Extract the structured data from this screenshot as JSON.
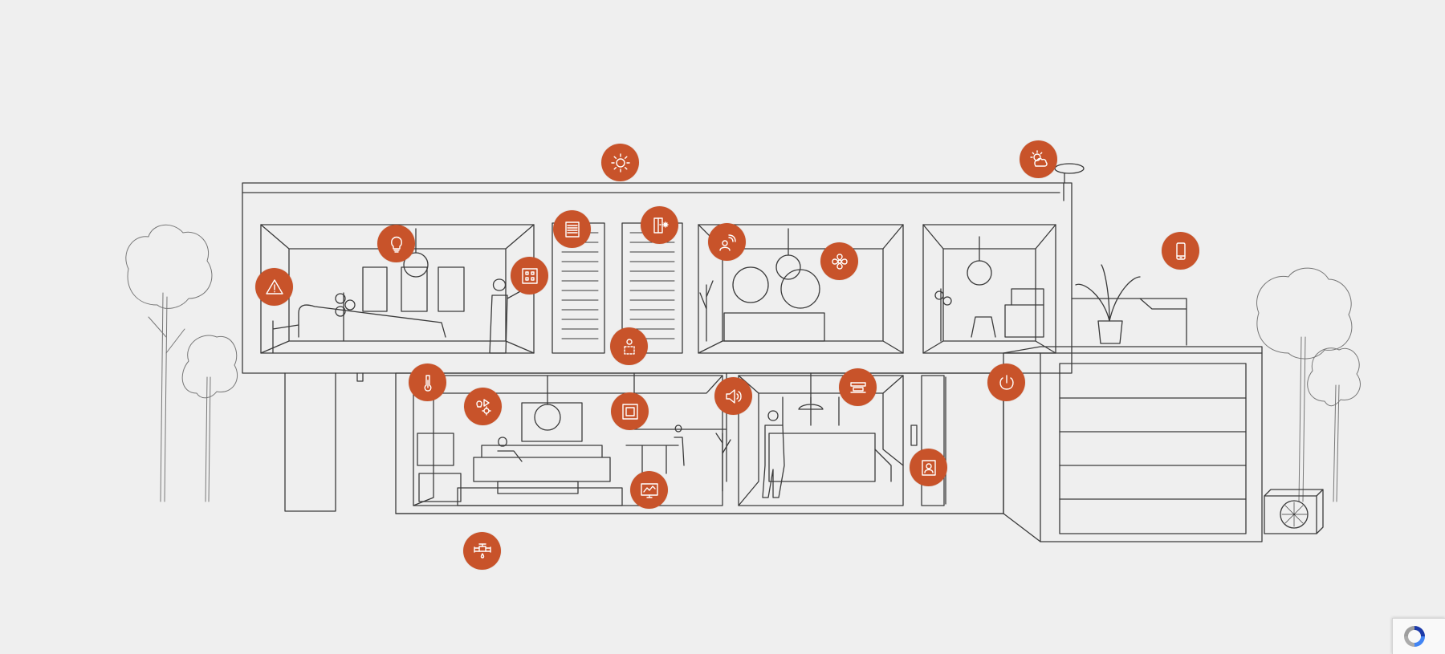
{
  "colors": {
    "background": "#efefef",
    "line": "#3a3a3a",
    "hotspot": "#c8532a",
    "icon": "#ffffff"
  },
  "hotspots": [
    {
      "name": "sun-sensor-hotspot",
      "icon": "sun-icon"
    },
    {
      "name": "weather-station-hotspot",
      "icon": "sun-cloud-icon"
    },
    {
      "name": "blinds-hotspot",
      "icon": "roller-blind-icon"
    },
    {
      "name": "door-window-sensor-hotspot",
      "icon": "door-sensor-icon"
    },
    {
      "name": "lighting-hotspot",
      "icon": "light-bulb-icon"
    },
    {
      "name": "presence-hotspot",
      "icon": "presence-icon"
    },
    {
      "name": "ventilation-hotspot",
      "icon": "fan-icon"
    },
    {
      "name": "mobile-app-hotspot",
      "icon": "smartphone-icon"
    },
    {
      "name": "alarm-hotspot",
      "icon": "warning-icon"
    },
    {
      "name": "switch-panel-hotspot",
      "icon": "keypad-icon"
    },
    {
      "name": "motion-detector-hotspot",
      "icon": "motion-sensor-icon"
    },
    {
      "name": "power-hotspot",
      "icon": "power-icon"
    },
    {
      "name": "temperature-hotspot",
      "icon": "thermometer-icon"
    },
    {
      "name": "scenes-hotspot",
      "icon": "scene-automation-icon"
    },
    {
      "name": "touch-panel-hotspot",
      "icon": "touch-panel-icon"
    },
    {
      "name": "audio-hotspot",
      "icon": "speaker-icon"
    },
    {
      "name": "heating-hotspot",
      "icon": "heater-icon"
    },
    {
      "name": "door-intercom-hotspot",
      "icon": "intercom-icon"
    },
    {
      "name": "energy-monitor-hotspot",
      "icon": "energy-monitor-icon"
    },
    {
      "name": "water-valve-hotspot",
      "icon": "valve-icon"
    }
  ]
}
